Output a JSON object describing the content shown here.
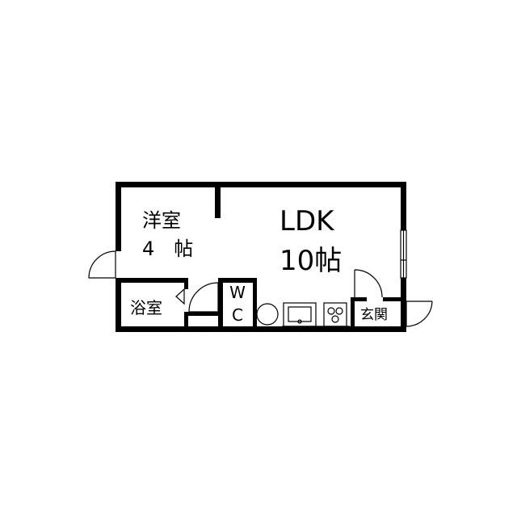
{
  "rooms": {
    "western_room": {
      "name": "洋室",
      "size": "4　帖"
    },
    "ldk": {
      "name": "LDK",
      "size": "10帖"
    },
    "bathroom": {
      "name": "浴室"
    },
    "wc": {
      "line1": "W",
      "line2": "C"
    },
    "entrance": {
      "name": "玄関"
    }
  },
  "colors": {
    "wall": "#000000",
    "background": "#ffffff"
  }
}
